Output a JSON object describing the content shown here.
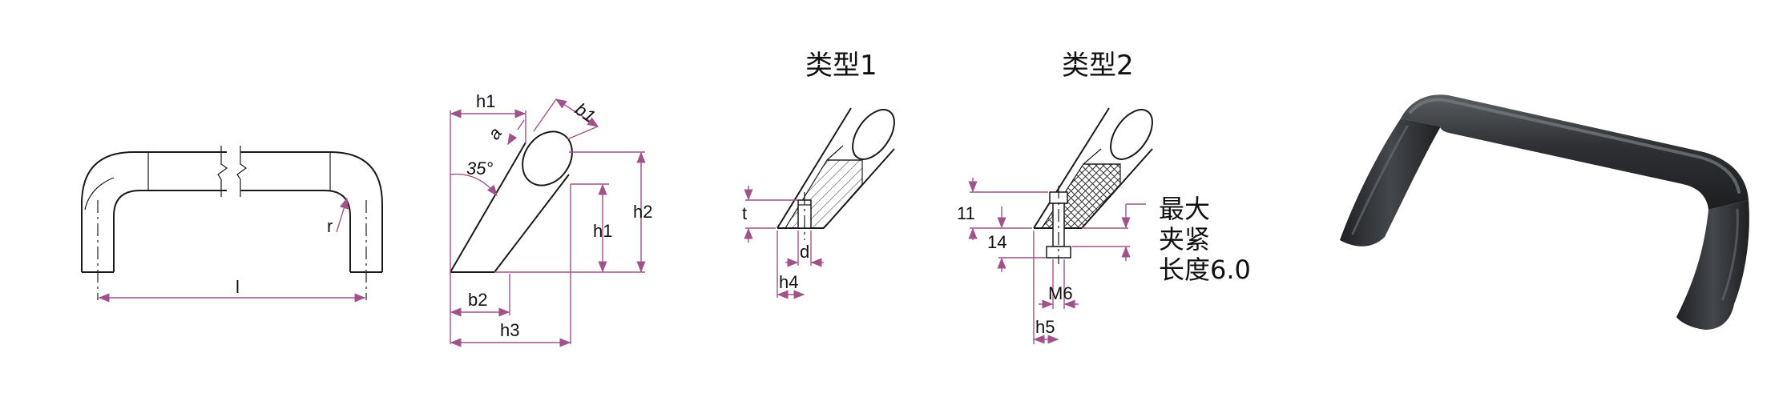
{
  "front_view": {
    "label_l": "l",
    "label_r": "r"
  },
  "side_view": {
    "label_h1_top": "h1",
    "label_b1": "b1",
    "label_a": "a",
    "label_angle": "35°",
    "label_h2": "h2",
    "label_h1_side": "h1",
    "label_b2": "b2",
    "label_h3": "h3"
  },
  "type1": {
    "title": "类型1",
    "label_t": "t",
    "label_d": "d",
    "label_h4": "h4"
  },
  "type2": {
    "title": "类型2",
    "label_11": "11",
    "label_14": "14",
    "label_m6": "M6",
    "label_h5": "h5",
    "note_line1": "最大",
    "note_line2": "夹紧",
    "note_line3": "长度6.0"
  },
  "colors": {
    "outline": "#1a1a1a",
    "dimension": "#a0528a",
    "handle_body": "#3a3c3f"
  },
  "photo": {
    "subject": "handle-photo"
  }
}
